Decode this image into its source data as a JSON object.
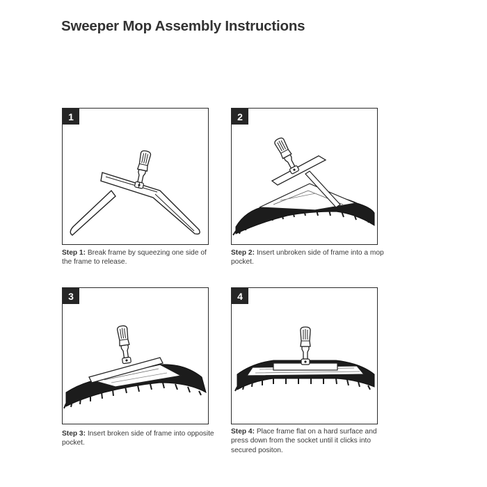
{
  "title": "Sweeper Mop Assembly Instructions",
  "steps": [
    {
      "number": "1",
      "label": "Step 1:",
      "text": "Break frame by squeezing one side of the frame to release."
    },
    {
      "number": "2",
      "label": "Step 2:",
      "text": "Insert unbroken side of frame into a mop pocket."
    },
    {
      "number": "3",
      "label": "Step 3:",
      "text": "Insert broken side of frame into opposite pocket."
    },
    {
      "number": "4",
      "label": "Step 4:",
      "text": "Place frame flat on a hard surface and press down from the socket until it clicks into secured positon."
    }
  ]
}
